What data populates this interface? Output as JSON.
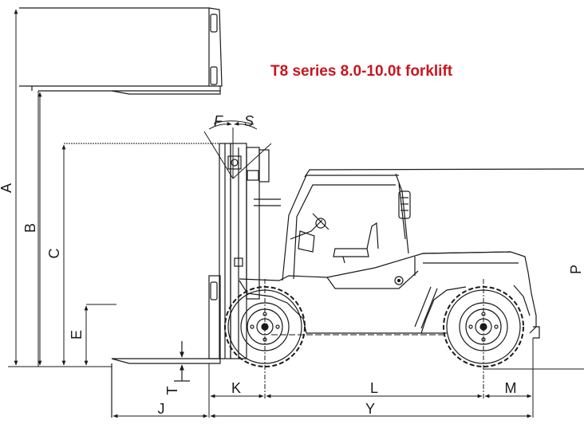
{
  "title": "T8 series 8.0-10.0t forklift",
  "colors": {
    "title": "#c8161d",
    "line": "#1a1a1a",
    "background": "#ffffff"
  },
  "labels": {
    "A": "A",
    "B": "B",
    "C": "C",
    "E": "E",
    "F": "F",
    "S": "S",
    "P": "P",
    "T": "T",
    "K": "K",
    "L": "L",
    "M": "M",
    "J": "J",
    "Y": "Y"
  }
}
